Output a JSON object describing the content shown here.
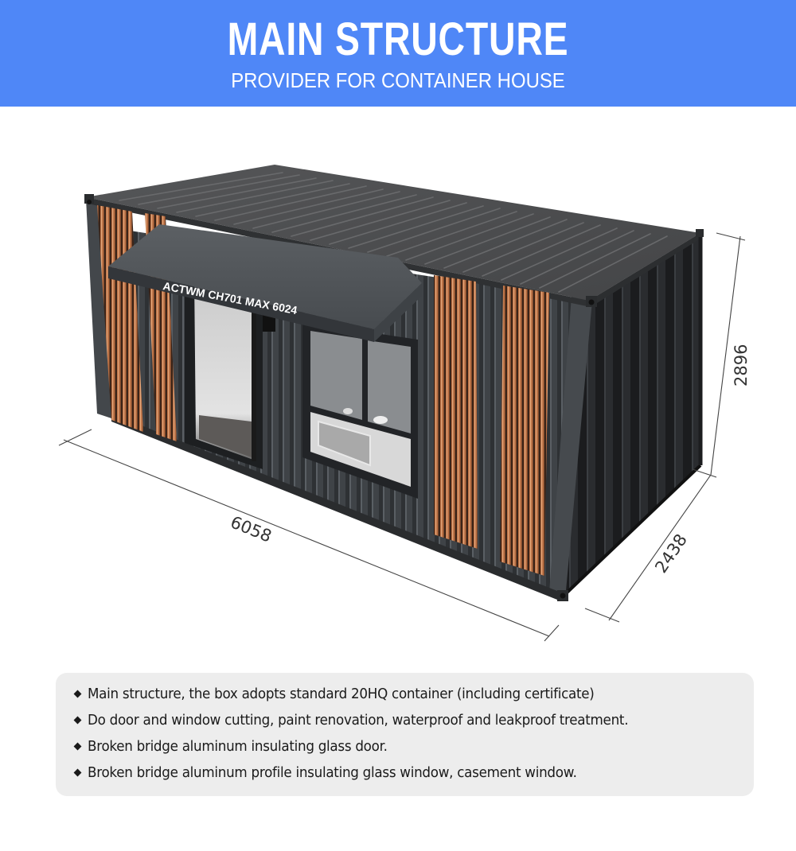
{
  "header": {
    "title": "MAIN STRUCTURE",
    "subtitle": "PROVIDER FOR CONTAINER HOUSE",
    "background_color": "#4f87f7",
    "text_color": "#ffffff"
  },
  "illustration": {
    "subject": "20ft container house with awning, glass door, casement window and wood-grain slat cladding",
    "awning_text": "ACTWM CH701 MAX 6024",
    "dimensions": {
      "length": "6058",
      "height": "2896",
      "width": "2438"
    },
    "colors": {
      "container_body": "#3a3d40",
      "container_roof": "#4a4b4d",
      "wood_slats": "#b0683e",
      "awning": "#4e5256"
    }
  },
  "features": {
    "background_color": "#ededed",
    "bullet_icon": "diamond-bullet",
    "items": [
      {
        "text": "Main structure, the box adopts standard 20HQ container (including certificate)"
      },
      {
        "text": "Do door and window cutting, paint renovation, waterproof and leakproof treatment."
      },
      {
        "text": "Broken bridge aluminum insulating glass door."
      },
      {
        "text": "Broken bridge aluminum profile insulating glass window, casement window."
      }
    ]
  }
}
